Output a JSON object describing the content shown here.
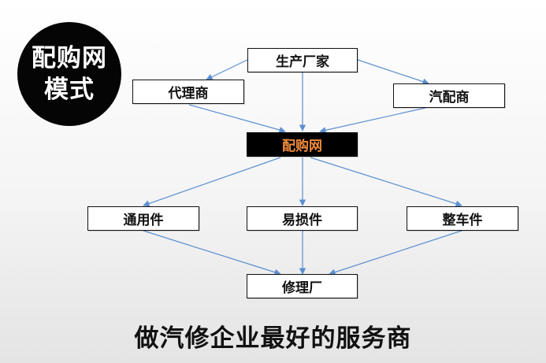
{
  "badge": {
    "line1": "配购网",
    "line2": "模式"
  },
  "nodes": {
    "manufacturer": "生产厂家",
    "agent": "代理商",
    "parts_dealer": "汽配商",
    "platform": "配购网",
    "general_parts": "通用件",
    "wear_parts": "易损件",
    "vehicle_parts": "整车件",
    "repair_shop": "修理厂"
  },
  "tagline": "做汽修企业最好的服务商",
  "colors": {
    "arrow": "#5b8fd0",
    "hub_text": "#f08a3c",
    "badge_bg": "#050505"
  }
}
